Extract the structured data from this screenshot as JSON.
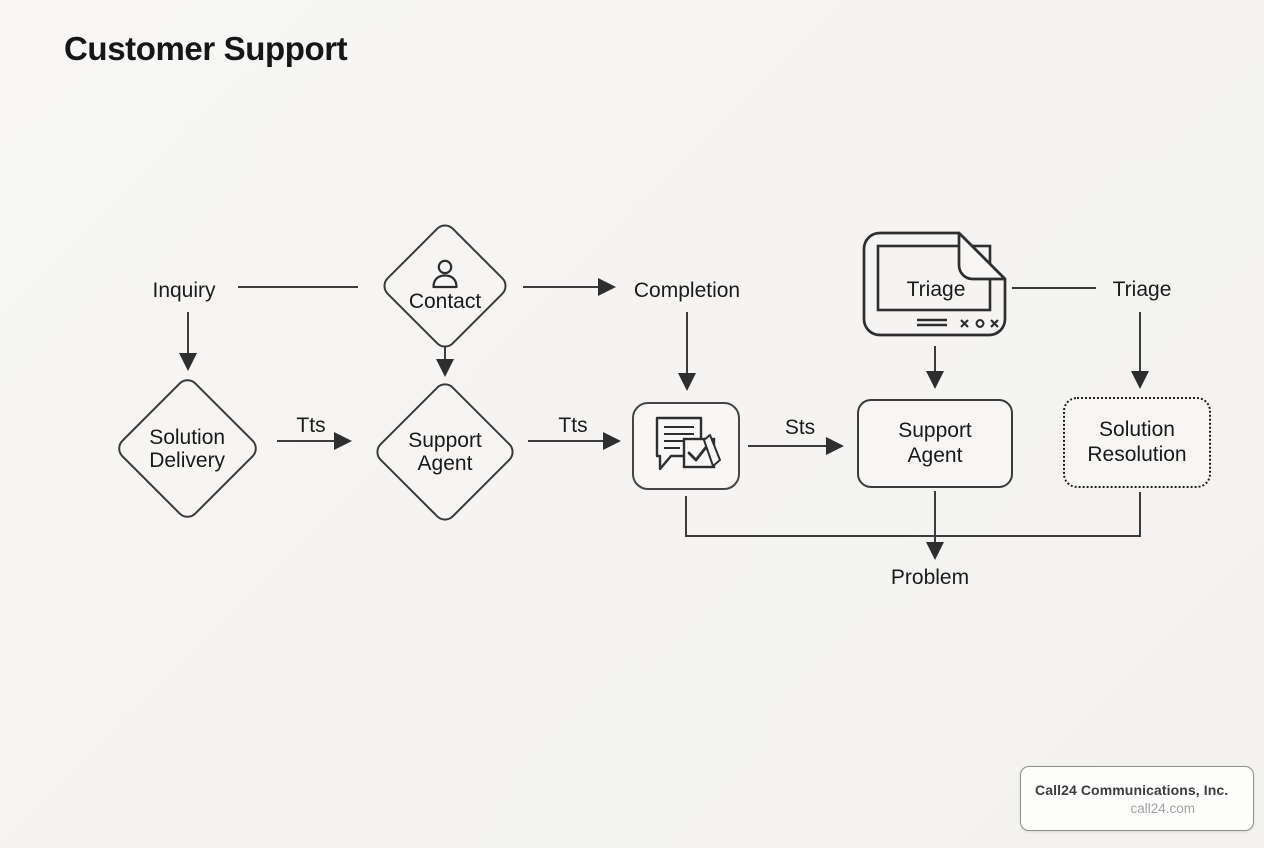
{
  "title": "Customer Support",
  "diagram": {
    "labels": {
      "inquiry": "Inquiry",
      "completion": "Completion",
      "triage_right": "Triage",
      "problem": "Problem"
    },
    "nodes": {
      "contact": {
        "shape": "diamond",
        "icon": "person-icon",
        "label": "Contact"
      },
      "solution_delivery": {
        "shape": "diamond",
        "line1": "Solution",
        "line2": "Delivery"
      },
      "support_agent_diamond": {
        "shape": "diamond",
        "line1": "Support",
        "line2": "Agent"
      },
      "message_review": {
        "shape": "rounded-square",
        "icon": "chat-message-check-icon"
      },
      "triage_window": {
        "shape": "browser-window",
        "icon": "browser-window-folded-corner-icon",
        "label": "Triage"
      },
      "support_agent_box": {
        "shape": "rounded-rect",
        "line1": "Support",
        "line2": "Agent"
      },
      "solution_resolution": {
        "shape": "dotted-rounded-rect",
        "line1": "Solution",
        "line2": "Resolution"
      }
    },
    "edge_labels": {
      "delivery_to_agent": "Tts",
      "agent_to_message": "Tts",
      "message_to_agent": "Sts"
    }
  },
  "footer": {
    "company": "Call24 Communications, Inc.",
    "site": "call24.com"
  },
  "colors": {
    "background": "#f6f5f3",
    "line": "#343434",
    "text": "#1b1b1b",
    "footer_muted": "#a3a3a3"
  }
}
